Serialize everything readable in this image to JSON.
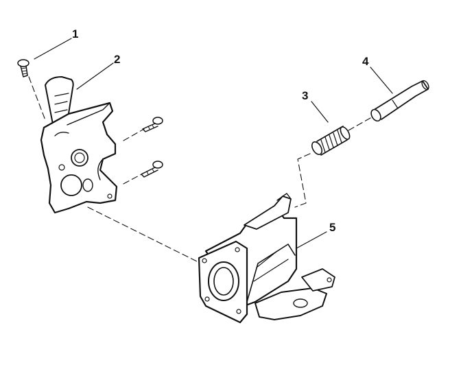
{
  "diagram": {
    "callouts": [
      {
        "label": "1",
        "part": "screw"
      },
      {
        "label": "2",
        "part": "lever-bracket"
      },
      {
        "label": "3",
        "part": "spring"
      },
      {
        "label": "4",
        "part": "pin"
      },
      {
        "label": "5",
        "part": "housing"
      }
    ]
  }
}
